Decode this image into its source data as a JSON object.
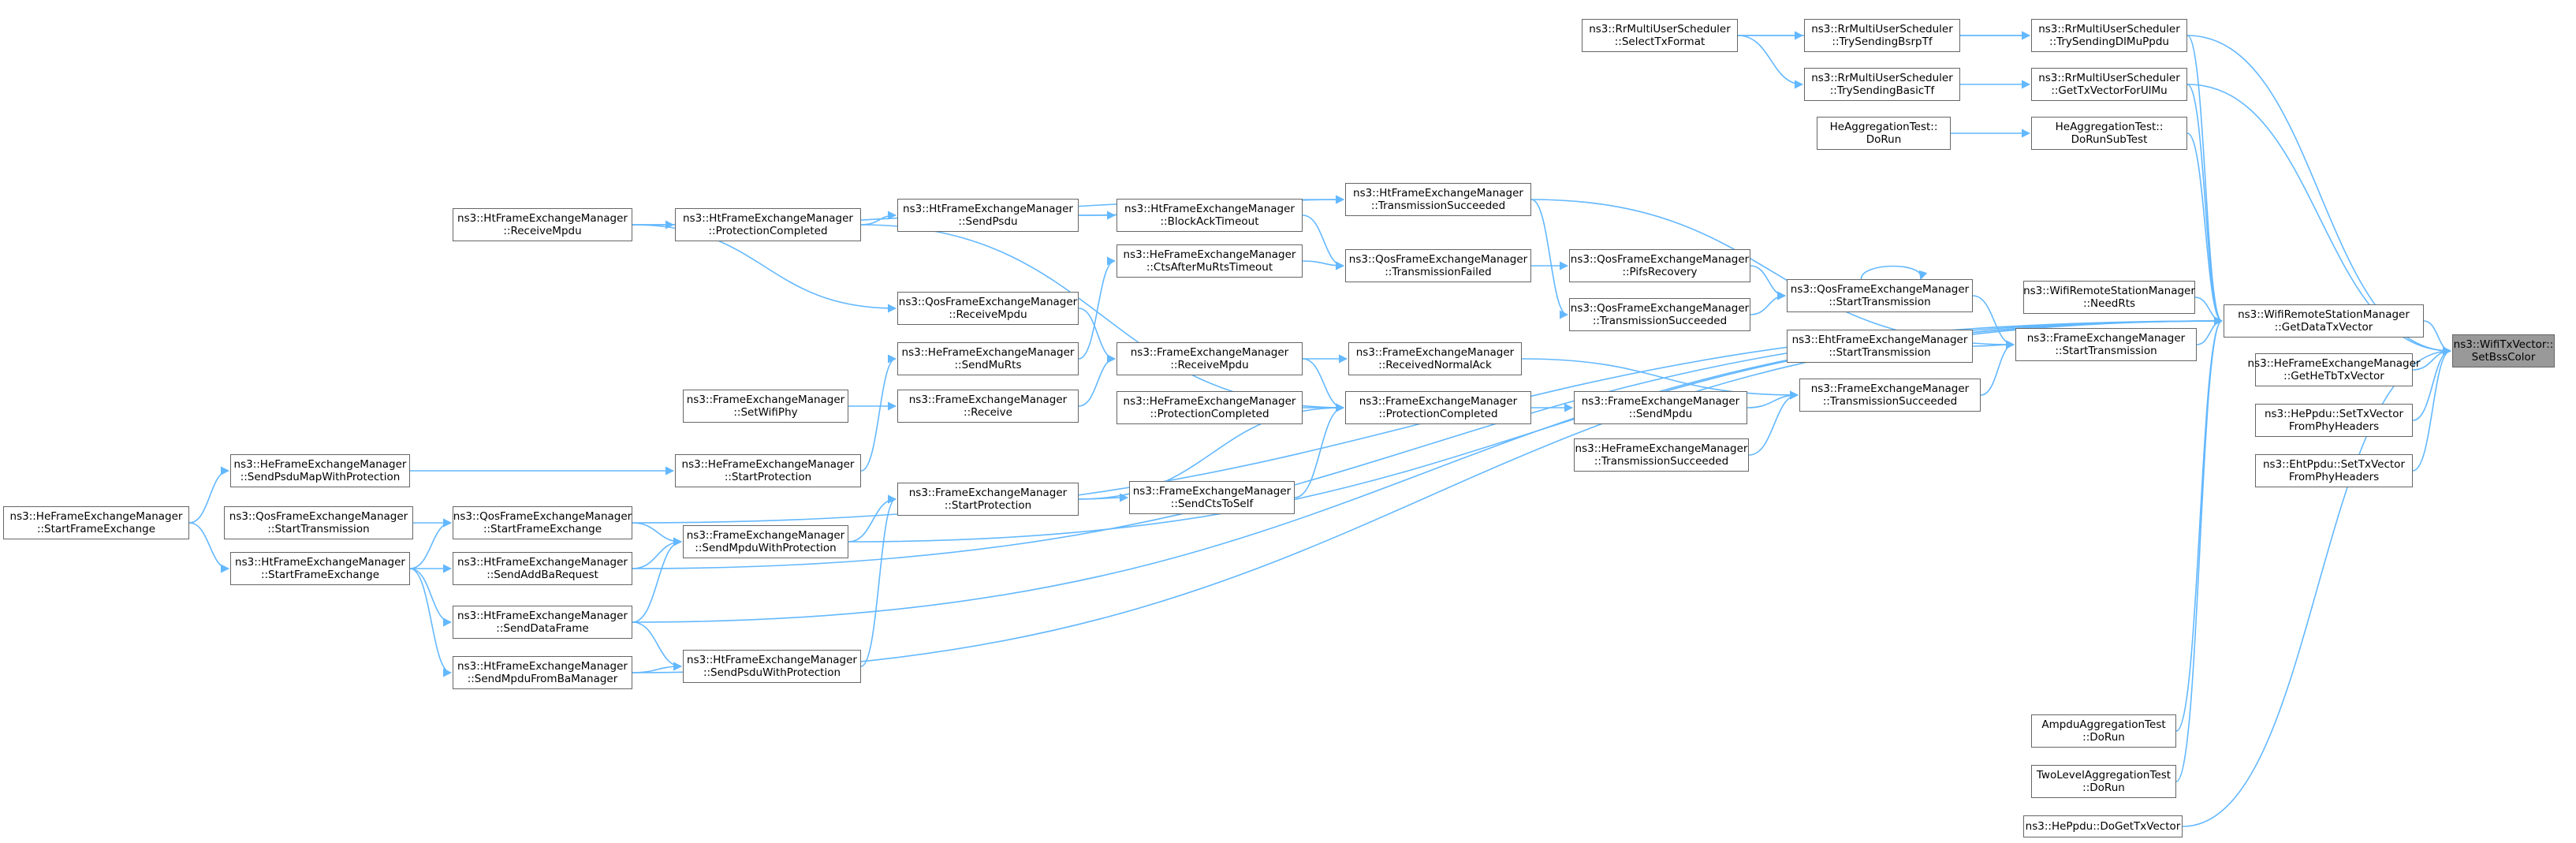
{
  "colors": {
    "edge": "#63b8ff",
    "node_border": "#666666",
    "node_fill": "#ffffff",
    "root_fill": "#999999"
  },
  "nodes": {
    "n1": [
      "ns3::WifiTxVector::",
      "SetBssColor"
    ],
    "n2": [
      "ns3::RrMultiUserScheduler",
      "::TrySendingDlMuPpdu"
    ],
    "n3": [
      "ns3::RrMultiUserScheduler",
      "::GetTxVectorForUlMu"
    ],
    "n4": [
      "HeAggregationTest::",
      "DoRunSubTest"
    ],
    "n5": [
      "ns3::WifiRemoteStationManager",
      "::GetDataTxVector"
    ],
    "n6": [
      "ns3::HeFrameExchangeManager",
      "::GetHeTbTxVector"
    ],
    "n7": [
      "ns3::HePpdu::SetTxVector",
      "FromPhyHeaders"
    ],
    "n8": [
      "ns3::EhtPpdu::SetTxVector",
      "FromPhyHeaders"
    ],
    "n9": [
      "ns3::HePpdu::DoGetTxVector"
    ],
    "n10": [
      "ns3::RrMultiUserScheduler",
      "::SelectTxFormat"
    ],
    "n11": [
      "ns3::RrMultiUserScheduler",
      "::TrySendingBsrpTf"
    ],
    "n12": [
      "ns3::RrMultiUserScheduler",
      "::TrySendingBasicTf"
    ],
    "n13": [
      "HeAggregationTest::",
      "DoRun"
    ],
    "n14": [
      "ns3::WifiRemoteStationManager",
      "::NeedRts"
    ],
    "n15": [
      "ns3::FrameExchangeManager",
      "::StartTransmission"
    ],
    "n16": [
      "ns3::HtFrameExchangeManager",
      "::SendAddBaRequest"
    ],
    "n17": [
      "ns3::HtFrameExchangeManager",
      "::SendDataFrame"
    ],
    "n18": [
      "ns3::HtFrameExchangeManager",
      "::SendMpduFromBaManager"
    ],
    "n19": [
      "ns3::HtFrameExchangeManager",
      "::TransmissionSucceeded"
    ],
    "n20": [
      "ns3::QosFrameExchangeManager",
      "::StartTransmission"
    ],
    "n21": [
      "ns3::FrameExchangeManager",
      "::SendMpduWithProtection"
    ],
    "n22": [
      "ns3::QosFrameExchangeManager",
      "::PifsRecovery"
    ],
    "n23": [
      "ns3::QosFrameExchangeManager",
      "::TransmissionSucceeded"
    ],
    "n24": [
      "ns3::EhtFrameExchangeManager",
      "::StartTransmission"
    ],
    "n25": [
      "ns3::FrameExchangeManager",
      "::TransmissionSucceeded"
    ],
    "n26": [
      "ns3::FrameExchangeManager",
      "::ReceivedNormalAck"
    ],
    "n27": [
      "ns3::FrameExchangeManager",
      "::SendMpdu"
    ],
    "n28": [
      "ns3::HeFrameExchangeManager",
      "::TransmissionSucceeded"
    ],
    "n29": [
      "ns3::QosFrameExchangeManager",
      "::TransmissionFailed"
    ],
    "n30": [
      "ns3::FrameExchangeManager",
      "::ProtectionCompleted"
    ],
    "n31": [
      "ns3::HtFrameExchangeManager",
      "::BlockAckTimeout"
    ],
    "n32": [
      "ns3::HeFrameExchangeManager",
      "::CtsAfterMuRtsTimeout"
    ],
    "n33": [
      "ns3::FrameExchangeManager",
      "::ReceiveMpdu"
    ],
    "n34": [
      "ns3::HeFrameExchangeManager",
      "::ProtectionCompleted"
    ],
    "n35": [
      "ns3::FrameExchangeManager",
      "::SendCtsToSelf"
    ],
    "n36": [
      "ns3::HtFrameExchangeManager",
      "::SendPsdu"
    ],
    "n37": [
      "ns3::QosFrameExchangeManager",
      "::ReceiveMpdu"
    ],
    "n38": [
      "ns3::HeFrameExchangeManager",
      "::SendMuRts"
    ],
    "n39": [
      "ns3::FrameExchangeManager",
      "::Receive"
    ],
    "n40": [
      "ns3::FrameExchangeManager",
      "::StartProtection"
    ],
    "n41": [
      "ns3::HtFrameExchangeManager",
      "::ProtectionCompleted"
    ],
    "n42": [
      "ns3::FrameExchangeManager",
      "::SetWifiPhy"
    ],
    "n43": [
      "ns3::HeFrameExchangeManager",
      "::StartProtection"
    ],
    "n44": [
      "ns3::FrameExchangeManager",
      "::SendMpduWithProtection"
    ],
    "n45": [
      "ns3::HtFrameExchangeManager",
      "::SendPsduWithProtection"
    ],
    "n46": [
      "ns3::HtFrameExchangeManager",
      "::ReceiveMpdu"
    ],
    "n47": [
      "ns3::QosFrameExchangeManager",
      "::StartFrameExchange"
    ],
    "n48": [
      "ns3::HtFrameExchangeManager",
      "::SendAddBaRequest"
    ],
    "n49": [
      "ns3::HtFrameExchangeManager",
      "::SendDataFrame"
    ],
    "n50": [
      "ns3::HtFrameExchangeManager",
      "::SendMpduFromBaManager"
    ],
    "n51": [
      "ns3::HeFrameExchangeManager",
      "::SendPsduMapWithProtection"
    ],
    "n52": [
      "ns3::QosFrameExchangeManager",
      "::StartTransmission"
    ],
    "n53": [
      "ns3::HtFrameExchangeManager",
      "::StartFrameExchange"
    ],
    "n54": [
      "ns3::HeFrameExchangeManager",
      "::StartFrameExchange"
    ],
    "n55": [
      "AmpduAggregationTest",
      "::DoRun"
    ],
    "n56": [
      "TwoLevelAggregationTest",
      "::DoRun"
    ]
  }
}
